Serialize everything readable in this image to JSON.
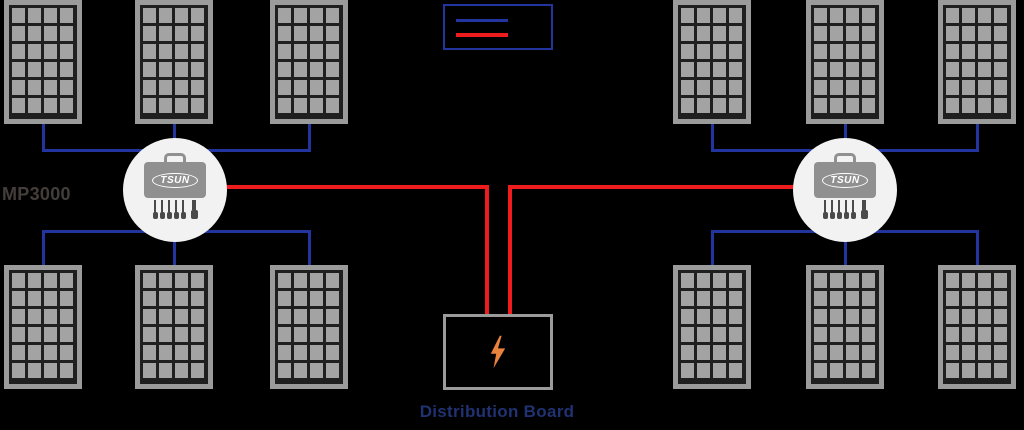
{
  "diagram": {
    "type": "solar-microinverter-wiring",
    "labels": {
      "inverter_model": "MP3000",
      "inverter_brand": "TSUN",
      "distribution_board": "Distribution Board"
    },
    "legend": {
      "items": [
        {
          "name": "dc-cable",
          "color": "#22359e"
        },
        {
          "name": "ac-cable",
          "color": "#ee1c1c"
        }
      ]
    },
    "colors": {
      "background": "#000000",
      "dc_wire": "#22359e",
      "ac_wire": "#ee1c1c",
      "panel_frame": "#9b9b9b",
      "panel_cell": "#a3a3a3",
      "panel_gap": "#1f1f1f",
      "inverter_circle": "#f2f2f2",
      "inverter_body": "#909090",
      "cable_dark": "#4a4a4a",
      "bolt_orange": "#e8823c",
      "board_border": "#9b9b9b",
      "model_label": "#443e3a",
      "board_label": "#203272"
    },
    "panel_groups": [
      {
        "name": "top-left",
        "panel_count": 3
      },
      {
        "name": "bottom-left",
        "panel_count": 3
      },
      {
        "name": "top-right",
        "panel_count": 3
      },
      {
        "name": "bottom-right",
        "panel_count": 3
      }
    ],
    "inverters": [
      {
        "name": "left-microinverter",
        "brand": "TSUN"
      },
      {
        "name": "right-microinverter",
        "brand": "TSUN"
      }
    ]
  }
}
